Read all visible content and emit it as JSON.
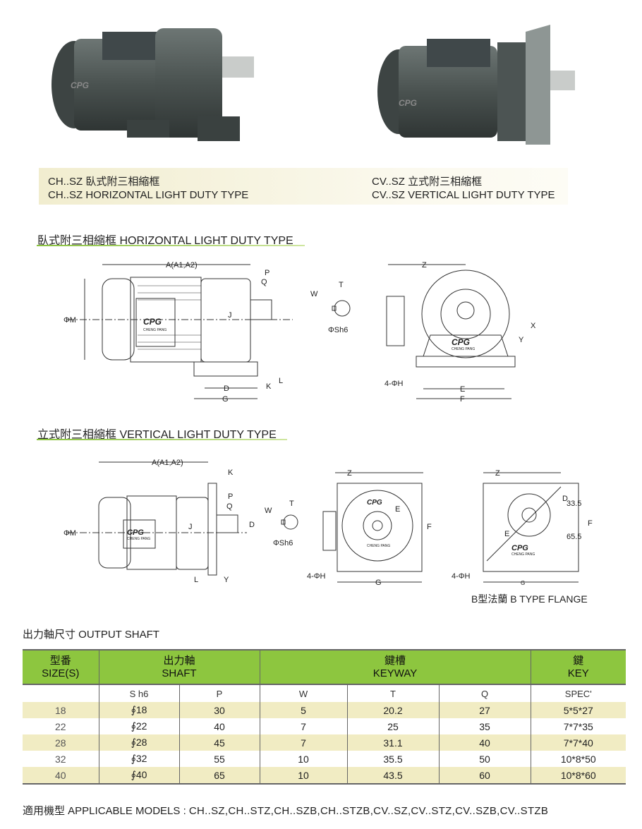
{
  "photos": {
    "horizontal_logo": "CPG",
    "vertical_logo": "CPG"
  },
  "captions": {
    "left_line1": "CH..SZ 臥式附三相縮框",
    "left_line2": "CH..SZ HORIZONTAL LIGHT DUTY TYPE",
    "right_line1": "CV..SZ 立式附三相縮框",
    "right_line2": "CV..SZ VERTICAL LIGHT DUTY TYPE"
  },
  "section_horizontal": {
    "title": "臥式附三相縮框 HORIZONTAL LIGHT DUTY TYPE",
    "side": {
      "A": "A(A1,A2)",
      "P": "P",
      "Q": "Q",
      "J": "J",
      "M": "ΦM",
      "D": "D",
      "G": "G",
      "K": "K",
      "L": "L",
      "logo": "CPG",
      "brand": "CHENG PANG"
    },
    "shaft": {
      "W": "W",
      "T": "T",
      "Sh6": "ΦSh6"
    },
    "front": {
      "Z": "Z",
      "X": "X",
      "Y": "Y",
      "H": "4-ΦH",
      "E": "E",
      "F": "F",
      "logo": "CPG",
      "brand": "CHENG PANG"
    }
  },
  "section_vertical": {
    "title": "立式附三相縮框 VERTICAL LIGHT DUTY TYPE",
    "side": {
      "A": "A(A1,A2)",
      "K": "K",
      "P": "P",
      "Q": "Q",
      "J": "J",
      "M": "ΦM",
      "D": "D",
      "L": "L",
      "Y": "Y",
      "logo": "CPG",
      "brand": "CHENG PANG"
    },
    "shaft": {
      "W": "W",
      "T": "T",
      "Sh6": "ΦSh6"
    },
    "front": {
      "Z": "Z",
      "E": "E",
      "F": "F",
      "H": "4-ΦH",
      "G": "G",
      "logo": "CPG",
      "brand": "CHENG PANG"
    },
    "flange_b": {
      "Z": "Z",
      "D": "D",
      "E": "E",
      "F": "F",
      "H": "4-ΦH",
      "G": "G",
      "dim1": "33.5",
      "dim2": "65.5",
      "logo": "CPG",
      "brand": "CHENG PANG"
    },
    "flange_b_caption": "B型法蘭  B TYPE FLANGE"
  },
  "output_shaft": {
    "title": "出力軸尺寸  OUTPUT SHAFT",
    "headers": [
      {
        "zh": "型番",
        "en": "SIZE(S)"
      },
      {
        "zh": "出力軸",
        "en": "SHAFT"
      },
      {
        "zh": "鍵槽",
        "en": "KEYWAY"
      },
      {
        "zh": "鍵",
        "en": "KEY"
      }
    ],
    "subheaders": [
      "",
      "S h6",
      "P",
      "W",
      "T",
      "Q",
      "SPEC'"
    ],
    "rows": [
      [
        "18",
        "∮18",
        "30",
        "5",
        "20.2",
        "27",
        "5*5*27"
      ],
      [
        "22",
        "∮22",
        "40",
        "7",
        "25",
        "35",
        "7*7*35"
      ],
      [
        "28",
        "∮28",
        "45",
        "7",
        "31.1",
        "40",
        "7*7*40"
      ],
      [
        "32",
        "∮32",
        "55",
        "10",
        "35.5",
        "50",
        "10*8*50"
      ],
      [
        "40",
        "∮40",
        "65",
        "10",
        "43.5",
        "60",
        "10*8*60"
      ]
    ]
  },
  "applicable_models": {
    "label": "適用機型 APPLICABLE MODELS : ",
    "value": "CH..SZ,CH..STZ,CH..SZB,CH..STZB,CV..SZ,CV..STZ,CV..SZB,CV..STZB"
  }
}
